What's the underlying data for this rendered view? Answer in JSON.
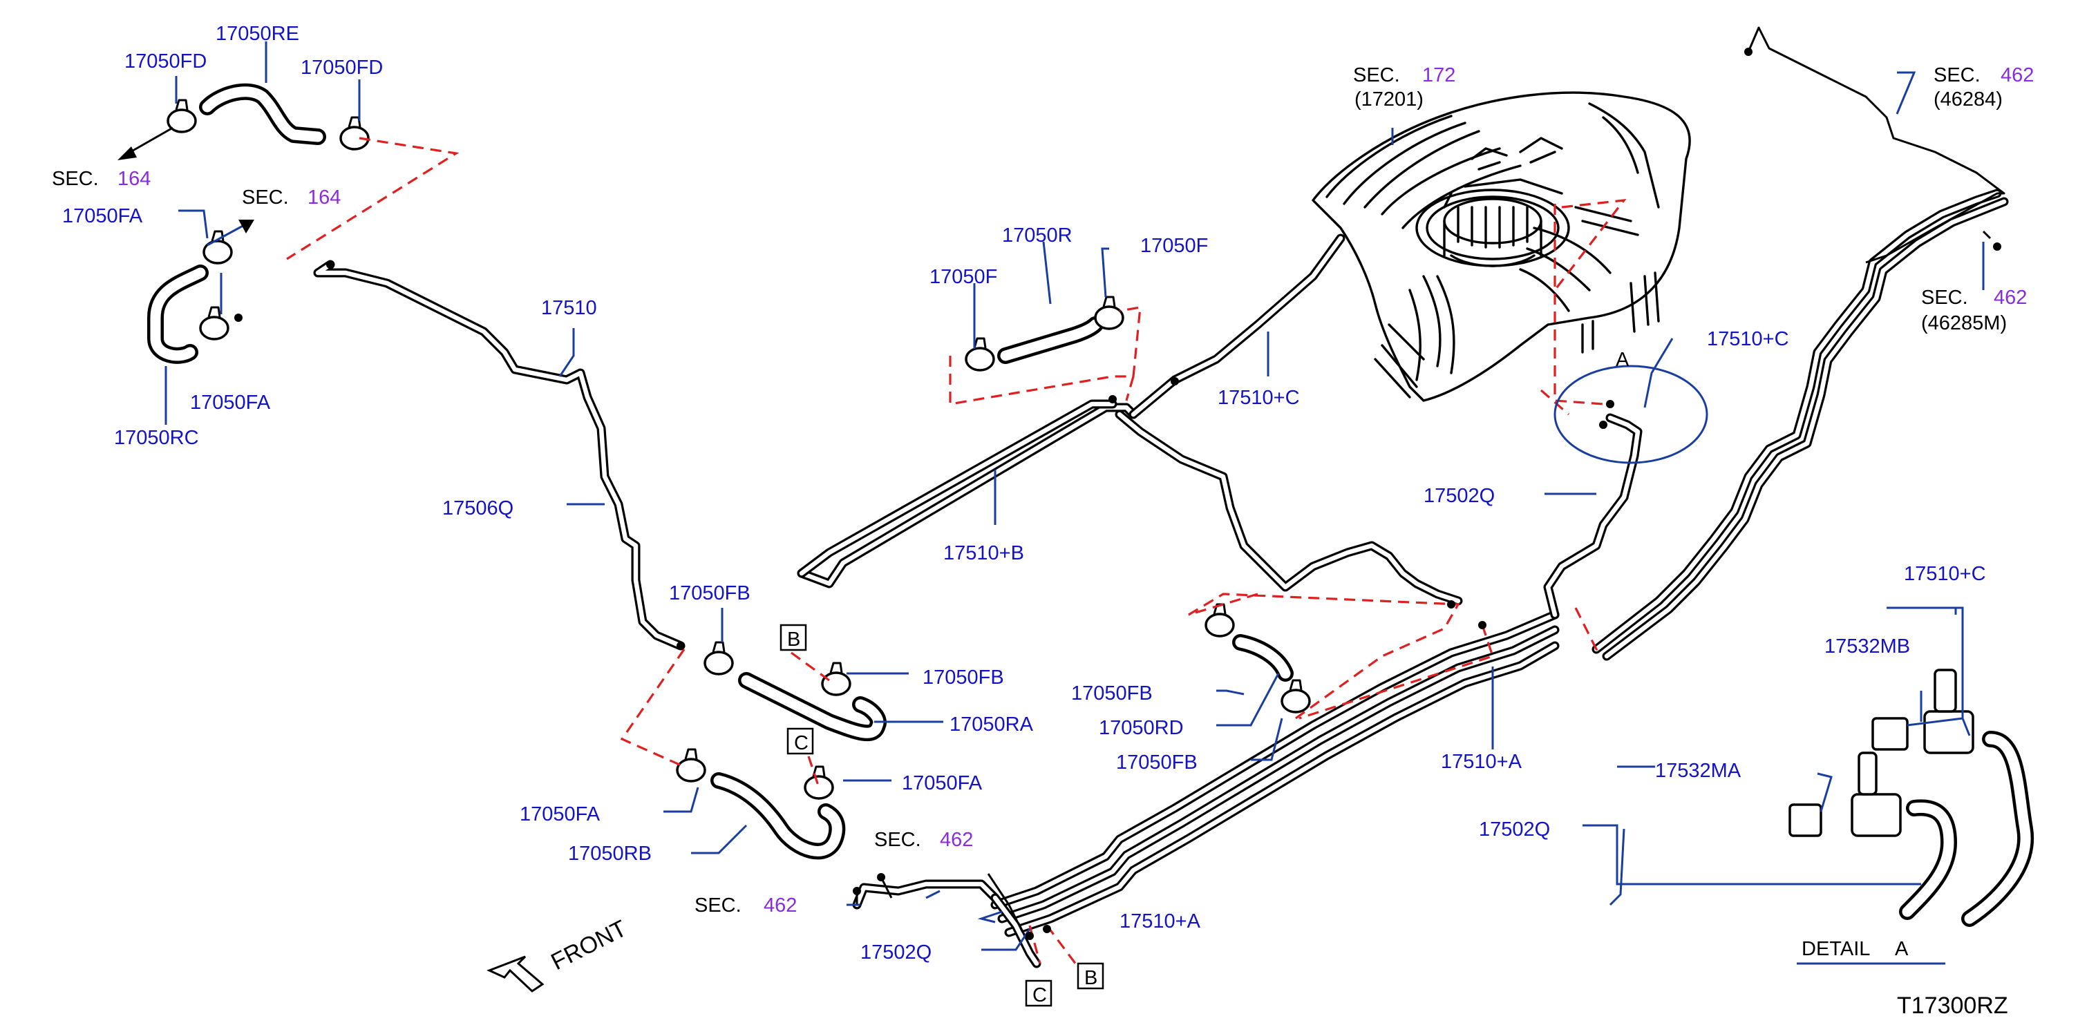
{
  "diagram_code": "T17300RZ",
  "front_label": "FRONT",
  "detail_label": "DETAIL",
  "detail_letter": "A",
  "callout_letters": {
    "A": "A",
    "B": "B",
    "C": "C"
  },
  "sec_word": "SEC.",
  "sections": [
    {
      "id": "sec164a",
      "number": "164",
      "ref": ""
    },
    {
      "id": "sec164b",
      "number": "164",
      "ref": ""
    },
    {
      "id": "sec172",
      "number": "172",
      "ref": "(17201)"
    },
    {
      "id": "sec462a",
      "number": "462",
      "ref": "(46284)"
    },
    {
      "id": "sec462b",
      "number": "462",
      "ref": "(46285M)"
    },
    {
      "id": "sec462c",
      "number": "462",
      "ref": ""
    },
    {
      "id": "sec462d",
      "number": "462",
      "ref": ""
    }
  ],
  "parts": [
    "17050RE",
    "17050FD",
    "17050FD",
    "17050FA",
    "17050FA",
    "17050RC",
    "17510",
    "17506Q",
    "17050FB",
    "17050FB",
    "17050RA",
    "17050FA",
    "17050FA",
    "17050RB",
    "17050R",
    "17050F",
    "17050F",
    "17510+C",
    "17510+B",
    "17050FB",
    "17050RD",
    "17050FB",
    "17510+A",
    "17510+C",
    "17502Q",
    "17510+C",
    "17532MB",
    "17532MA",
    "17502Q",
    "17510+A",
    "17502Q"
  ],
  "colors": {
    "label": "#1212c8",
    "section": "#8a2be2",
    "leader": "#1a3ea0",
    "reference": "#e02020"
  }
}
